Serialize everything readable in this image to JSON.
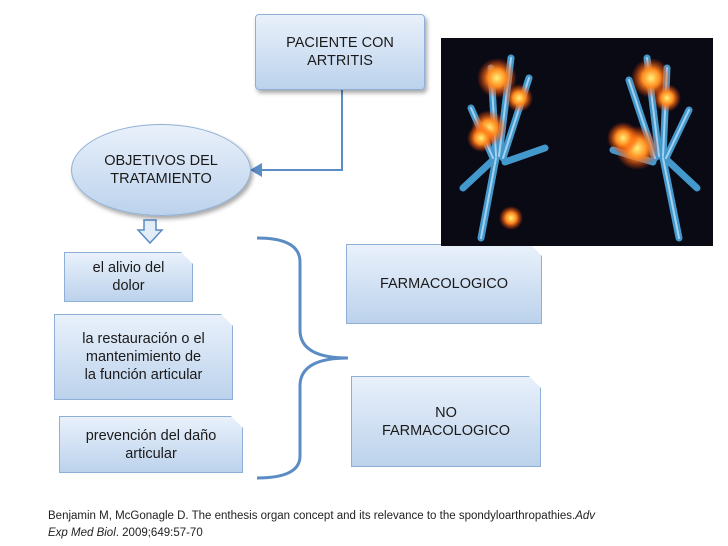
{
  "nodes": {
    "patient": "PACIENTE CON\nARTRITIS",
    "objectives": "OBJETIVOS  DEL\nTRATAMIENTO",
    "pain_relief": "el alivio del\ndolor",
    "function": "la restauración o el\nmantenimiento de\nla función articular",
    "prevention": "prevención del daño\narticular",
    "pharma": "FARMACOLOGICO",
    "non_pharma": "NO\nFARMACOLOGICO"
  },
  "citation": {
    "text": "Benjamin M, McGonagle D. The enthesis organ concept and its relevance to the spondyloarthropathies.",
    "journal_start": "Adv",
    "journal_end": "Exp Med Biol",
    "details": ". 2009;649:57-70"
  },
  "colors": {
    "box_light": "#e9f1fb",
    "box_dark": "#bcd2ec",
    "connector": "#5b8cc4",
    "xray_bg": "#0a0a14",
    "xray_glow": "#ff7a1a"
  }
}
